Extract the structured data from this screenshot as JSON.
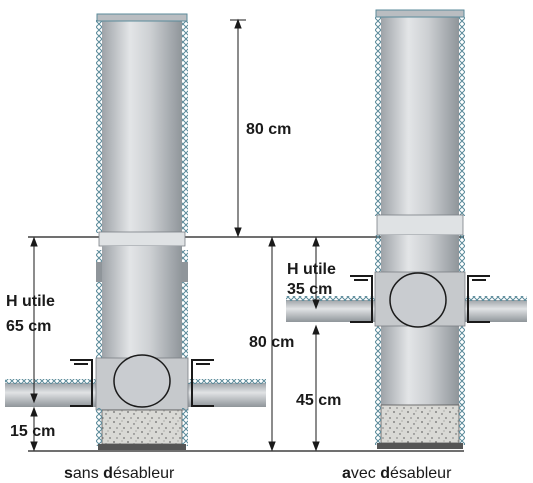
{
  "diagram": {
    "left": {
      "height_top": "80 cm",
      "useful_height_line1": "H utile",
      "useful_height_line2": "65 cm",
      "bottom_height": "15 cm",
      "caption": {
        "b1": "s",
        "t1": "ans ",
        "b2": "d",
        "t2": "ésableur"
      }
    },
    "right": {
      "useful_height_line1": "H utile",
      "useful_height_line2": "35 cm",
      "total_height": "80 cm",
      "lower_height": "45 cm",
      "caption": {
        "b1": "a",
        "t1": "vec ",
        "b2": "d",
        "t2": "ésableur"
      }
    },
    "colors": {
      "pipe": "#c9cccf",
      "pipe_shade": "#9ea3a8",
      "thread": "#5a8a9a",
      "line": "#1a1a1a",
      "gravel": "#d8d8d4"
    }
  }
}
